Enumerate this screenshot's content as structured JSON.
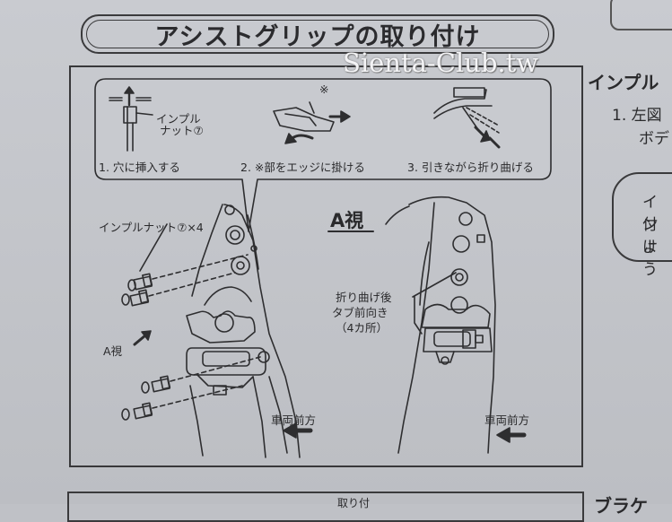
{
  "header": {
    "title": "アシストグリップの取り付け"
  },
  "watermark": {
    "text": "Sienta-Club.tw"
  },
  "steps": [
    {
      "label": "1. 穴に挿入する"
    },
    {
      "label": "2. ※部をエッジに掛ける"
    },
    {
      "label": "3. 引きながら折り曲げる"
    }
  ],
  "step1_callout": {
    "line1": "インプル",
    "line2": "ナット⑦"
  },
  "step2_marker": "※",
  "diagram_left": {
    "nut_label": "インプルナット⑦×4",
    "view_arrow_label": "A視",
    "front_label": "車両前方"
  },
  "diagram_right": {
    "view_title": "A視",
    "note_line1": "折り曲げ後",
    "note_line2": "タブ前向き",
    "note_line3": "（4カ所）",
    "front_label": "車両前方"
  },
  "right_column": {
    "heading": "インプル",
    "step_line1": "1. 左図",
    "step_line2": "ボデ",
    "callout_l1": "イン",
    "callout_l2": "付け",
    "callout_l3": "よう"
  },
  "bottom": {
    "right_heading": "ブラケ",
    "mid_text": "取り付"
  }
}
